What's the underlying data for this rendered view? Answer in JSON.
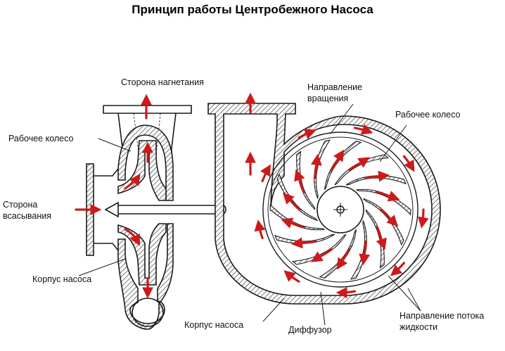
{
  "title": "Принцип работы Центробежного Насоса",
  "labels": {
    "discharge_side": "Сторона нагнетания",
    "impeller_left": "Рабочее колесо",
    "suction_side_1": "Сторона",
    "suction_side_2": "всасывания",
    "casing_left": "Корпус насоса",
    "rotation_dir_1": "Направление",
    "rotation_dir_2": "вращения",
    "impeller_right": "Рабочее колесо",
    "casing_right": "Корпус насоса",
    "diffuser": "Диффузор",
    "flow_dir_1": "Направление потока",
    "flow_dir_2": "жидкости"
  },
  "colors": {
    "arrow": "#cc1a1a",
    "line": "#1a1a1a",
    "hatch": "#444444",
    "background": "#ffffff"
  }
}
